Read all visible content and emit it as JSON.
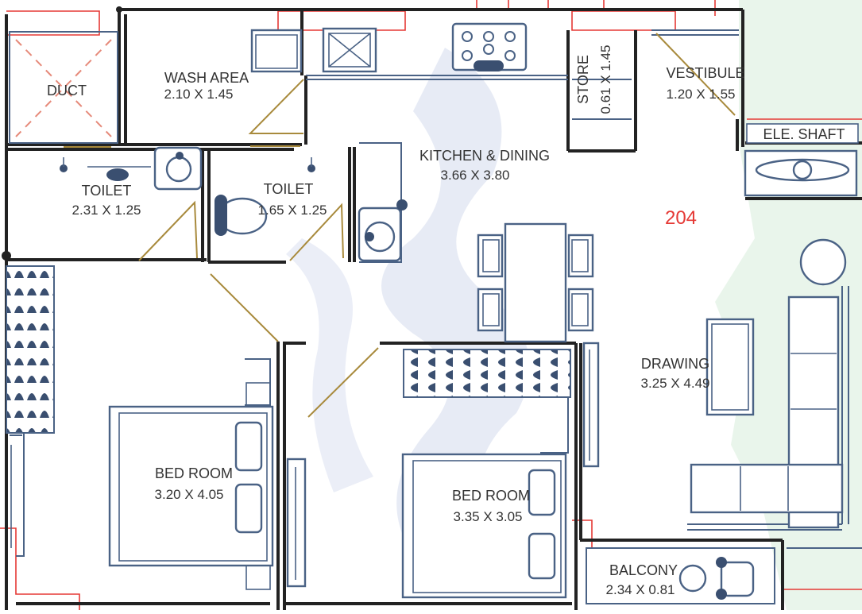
{
  "unit_number": "204",
  "colors": {
    "wall": "#222222",
    "furniture": "#4a6285",
    "door_swing": "#a88a3c",
    "annotation_red": "#e53935",
    "text": "#333333",
    "wash_tint": "#c7d0e8",
    "green_tint": "#d9eedd"
  },
  "rooms": {
    "duct": {
      "label": "DUCT"
    },
    "wash_area": {
      "label": "WASH AREA",
      "dims": "2.10 X 1.45"
    },
    "toilet_1": {
      "label": "TOILET",
      "dims": "2.31 X 1.25"
    },
    "toilet_2": {
      "label": "TOILET",
      "dims": "1.65 X 1.25"
    },
    "kitchen_dining": {
      "label": "KITCHEN & DINING",
      "dims": "3.66 X 3.80"
    },
    "store": {
      "label": "STORE",
      "dims": "0.61 X 1.45"
    },
    "vestibule": {
      "label": "VESTIBULE",
      "dims": "1.20 X 1.55"
    },
    "lift_shaft": {
      "label": "ELE. SHAFT"
    },
    "drawing": {
      "label": "DRAWING",
      "dims": "3.25 X 4.49"
    },
    "bed_room_1": {
      "label": "BED ROOM",
      "dims": "3.20 X 4.05"
    },
    "bed_room_2": {
      "label": "BED ROOM",
      "dims": "3.35 X 3.05"
    },
    "balcony": {
      "label": "BALCONY",
      "dims": "2.34 X 0.81"
    }
  },
  "icons": [
    "duct-cross-icon",
    "sink-icon",
    "stove-icon",
    "toilet-wc-icon",
    "washbasin-icon",
    "bed-icon",
    "sofa-icon",
    "dining-table-icon",
    "wardrobe-icon",
    "door-swing-icon"
  ]
}
